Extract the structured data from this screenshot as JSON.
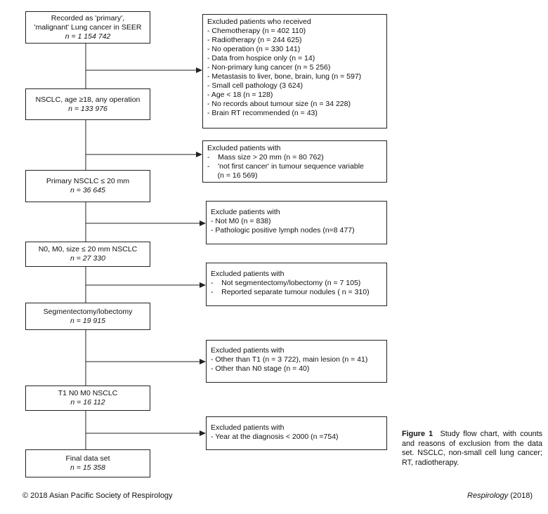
{
  "left_boxes": [
    {
      "lines": [
        "Recorded as 'primary',",
        "'malignant' Lung cancer in SEER"
      ],
      "n": "n = 1 154 742"
    },
    {
      "lines": [
        "NSCLC, age ≥18, any operation"
      ],
      "n": "n = 133 976"
    },
    {
      "lines": [
        "Primary NSCLC ≤ 20 mm"
      ],
      "n": "n = 36 645"
    },
    {
      "lines": [
        "N0, M0, size ≤ 20 mm NSCLC"
      ],
      "n": "n = 27 330"
    },
    {
      "lines": [
        "Segmentectomy/lobectomy"
      ],
      "n": "n = 19 915"
    },
    {
      "lines": [
        "T1 N0 M0 NSCLC"
      ],
      "n": "n = 16 112"
    },
    {
      "lines": [
        "Final data set"
      ],
      "n": "n = 15 358"
    }
  ],
  "exclusion_boxes": [
    {
      "title": "Excluded patients who received",
      "items": [
        "- Chemotherapy (n = 402 110)",
        "- Radiotherapy (n = 244 625)",
        "- No operation (n = 330 141)",
        "- Data from hospice only (n = 14)",
        "- Non-primary lung cancer (n = 5 256)",
        "- Metastasis to liver, bone, brain, lung (n = 597)",
        "- Small cell pathology (3 624)",
        "- Age < 18 (n = 128)",
        "- No records about tumour size (n = 34 228)",
        "- Brain RT recommended (n = 43)"
      ]
    },
    {
      "title": "Excluded patients with",
      "items": [
        "-    Mass size > 20 mm (n = 80 762)",
        "-    'not first cancer' in tumour sequence variable",
        "     (n = 16 569)"
      ]
    },
    {
      "title": "Exclude patients with",
      "items": [
        "- Not M0 (n = 838)",
        "- Pathologic positive lymph nodes (n=8 477)"
      ]
    },
    {
      "title": "Excluded patients with",
      "items": [
        "-    Not segmentectomy/lobectomy (n = 7 105)",
        "-    Reported separate tumour nodules ( n = 310)"
      ]
    },
    {
      "title": "Excluded patients with",
      "items": [
        "- Other than T1 (n = 3 722), main lesion (n = 41)",
        "- Other than N0 stage (n = 40)"
      ]
    },
    {
      "title": "Excluded patients with",
      "items": [
        "- Year at the diagnosis < 2000 (n =754)"
      ]
    }
  ],
  "caption": {
    "label": "Figure 1",
    "text": "Study flow chart, with counts and reasons of exclusion from the data set. NSCLC, non-small cell lung cancer; RT, radiotherapy."
  },
  "footer": {
    "copyright": "© 2018 Asian Pacific Society of Respirology",
    "journal": "Respirology",
    "year": "(2018)"
  }
}
